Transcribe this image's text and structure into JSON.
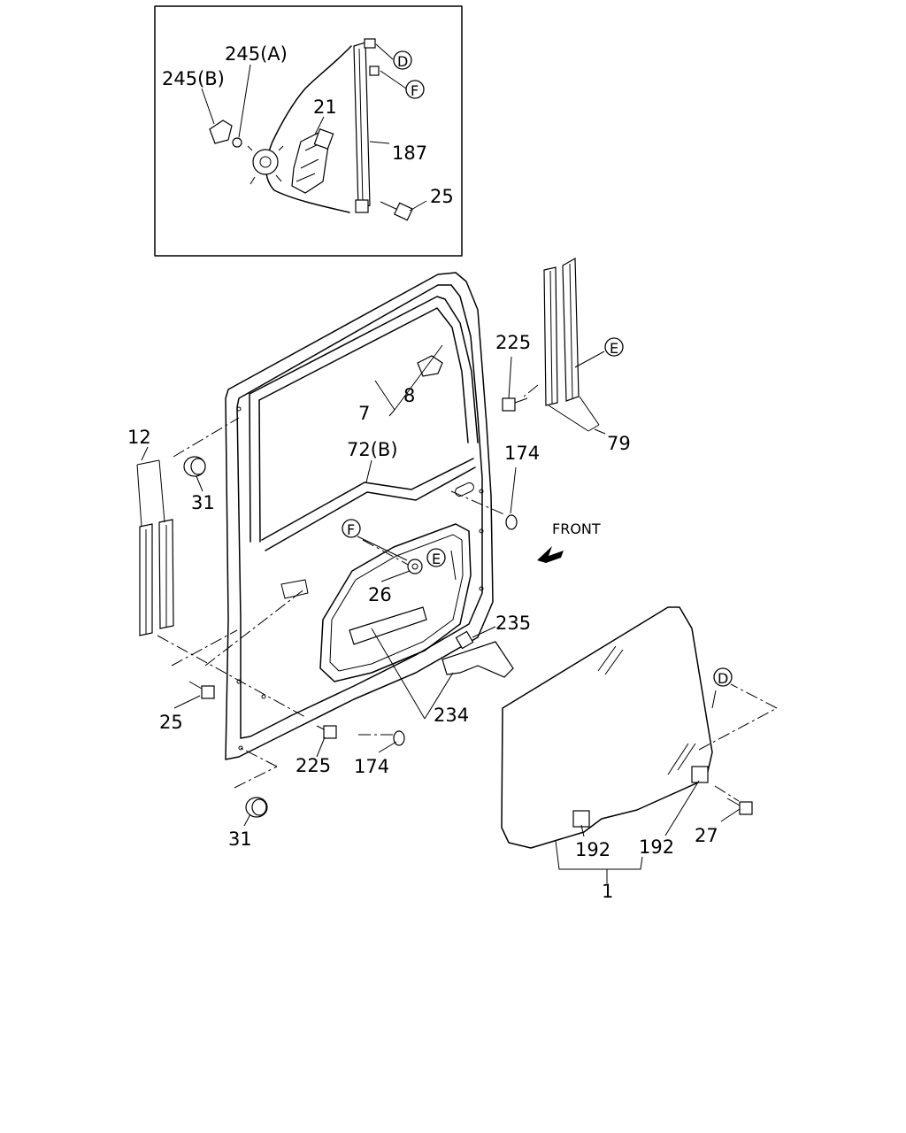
{
  "callouts": {
    "p245a": "245(A)",
    "p245b": "245(B)",
    "p21": "21",
    "p187": "187",
    "p25_inset": "25",
    "ref_d_inset": "D",
    "ref_f_inset": "F",
    "p225_top": "225",
    "ref_e_right": "E",
    "p79": "79",
    "p7": "7",
    "p8": "8",
    "p12": "12",
    "p31_top": "31",
    "p72b": "72(B)",
    "p174_top": "174",
    "front": "FRONT",
    "ref_f_mid": "F",
    "ref_e_mid": "E",
    "p26": "26",
    "p235": "235",
    "p234": "234",
    "p25_bottom": "25",
    "p225_bottom": "225",
    "p174_bottom": "174",
    "p31_bottom": "31",
    "ref_d_glass": "D",
    "p192_left": "192",
    "p192_right": "192",
    "p27": "27",
    "p1": "1"
  }
}
